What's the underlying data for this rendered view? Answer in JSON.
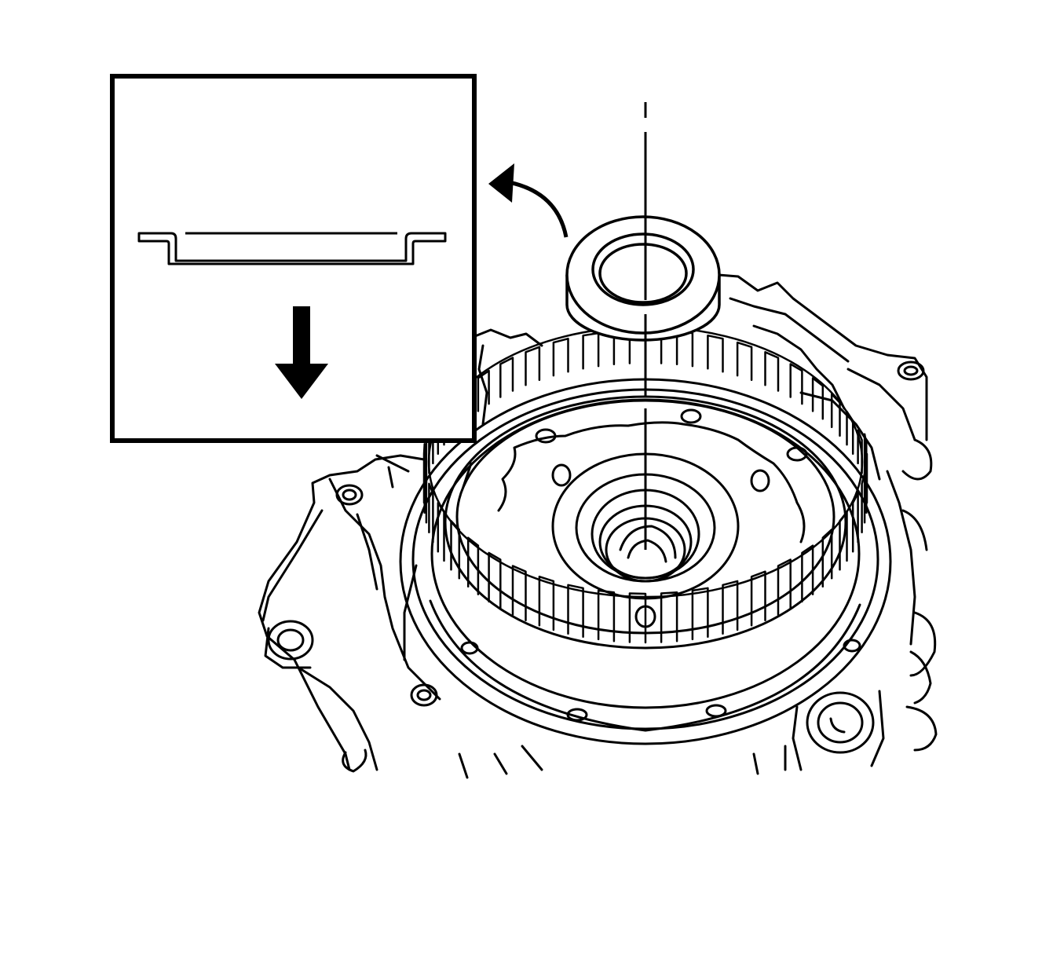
{
  "diagram": {
    "colors": {
      "line": "#000000",
      "background": "#ffffff"
    },
    "inset": {
      "shows": "thrust-washer-cross-section",
      "arrow_direction": "down"
    },
    "callout_arrow_direction": "curved-up-left",
    "center_axis": "vertical-centerline"
  }
}
